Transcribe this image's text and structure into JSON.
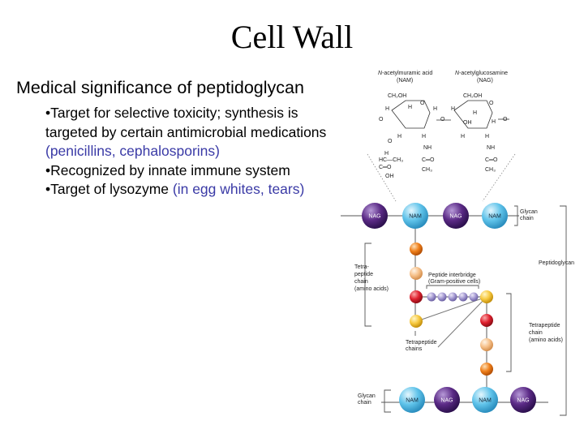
{
  "title": "Cell Wall",
  "heading": "Medical significance of peptidoglycan",
  "bullets": [
    {
      "text": "•Target for selective toxicity; synthesis is targeted by certain antimicrobial medications ",
      "highlight": "(penicillins, cephalosporins)"
    },
    {
      "text": "•Recognized by innate immune system",
      "highlight": ""
    },
    {
      "text": "•Target of lysozyme ",
      "highlight": "(in egg whites, tears)"
    }
  ],
  "colors": {
    "highlight": "#3a3aa6",
    "nag": "#5b2a86",
    "nam": "#5fc3ea",
    "amino_orange": "#ef7f1a",
    "amino_peach": "#f6c089",
    "amino_red": "#e0212f",
    "amino_yellow": "#f7c940",
    "interbridge": "#a59ad2"
  },
  "diagram": {
    "nam_label_line1_prefix": "N",
    "nam_label_line1": "-acetylmuramic acid",
    "nam_label_line2": "(NAM)",
    "nag_label_line1_prefix": "N",
    "nag_label_line1": "-acetylglucosamine",
    "nag_label_line2": "(NAG)",
    "nag": "NAG",
    "nam": "NAM",
    "glycan_chain_line1": "Glycan",
    "glycan_chain_line2": "chain",
    "peptidoglycan": "Peptidoglycan",
    "tetra_peptide_chain": [
      "Tetra-",
      "peptide",
      "chain",
      "(amino acids)"
    ],
    "peptide_interbridge_line1": "Peptide interbridge",
    "peptide_interbridge_line2": "(Gram-positive cells)",
    "tetrapeptide_chain_right": [
      "Tetrapeptide",
      "chain",
      "(amino acids)"
    ],
    "tetrapeptide_chains": [
      "Tetrapeptide",
      "chains"
    ],
    "chem": {
      "ch2oh": "CH₂OH",
      "o": "O",
      "h": "H",
      "oh": "OH",
      "nh": "NH",
      "c_o": "C═O",
      "ch3": "CH₃",
      "hc_ch3": "HC—CH₃",
      "c": "C"
    }
  }
}
